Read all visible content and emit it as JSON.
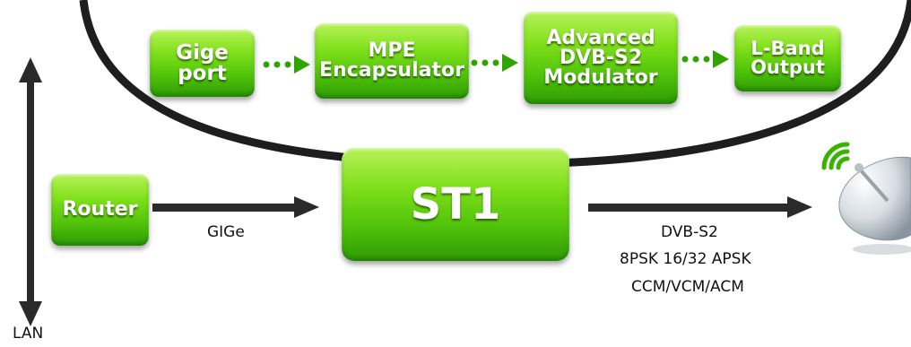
{
  "pipeline": {
    "gige_port": "Gige\nport",
    "mpe_encapsulator": "MPE\nEncapsulator",
    "modulator": "Advanced\nDVB-S2\nModulator",
    "lband_output": "L-Band\nOutput"
  },
  "router": "Router",
  "st1": "ST1",
  "gige_link": "GIGe",
  "dvbs2_label": "DVB-S2",
  "modulation_label": "8PSK 16/32 APSK",
  "coding_label": "CCM/VCM/ACM",
  "lan_label": "LAN",
  "icons": {
    "arrows": "arrow-icon",
    "dish": "satellite-dish-icon",
    "signal": "signal-waves-icon"
  },
  "colors": {
    "box_green": "#4fc20a",
    "box_green_light": "#b8f25a",
    "dark": "#222222",
    "dot_arrow": "#2fa400",
    "signal": "#37b300"
  }
}
